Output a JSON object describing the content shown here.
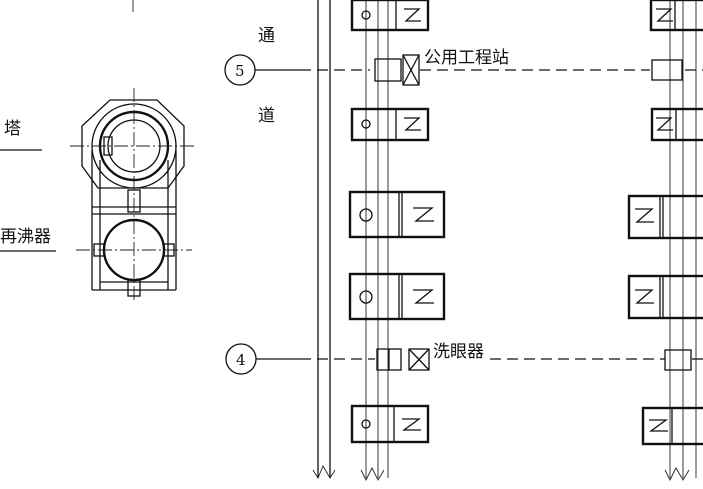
{
  "labels": {
    "tower": "塔",
    "reboiler": "再沸器",
    "passage_1": "通",
    "passage_2": "道",
    "utility_station": "公用工程站",
    "eyewash": "洗眼器"
  },
  "gridlines": {
    "g5": "5",
    "g4": "4"
  }
}
